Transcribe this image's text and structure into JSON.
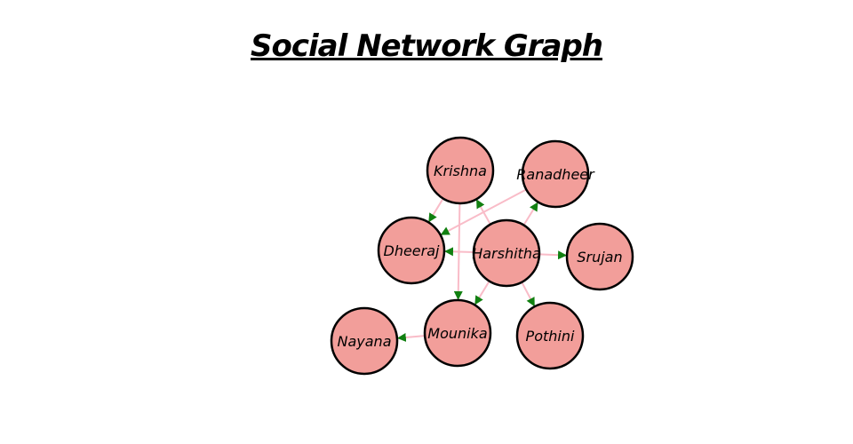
{
  "title": "Social Network Graph",
  "colors": {
    "node_fill": "#f29e9a",
    "edge": "#f9bcc8",
    "arrow": "#118011"
  },
  "nodes": [
    {
      "id": "krishna",
      "label": "Krishna"
    },
    {
      "id": "ranadheer",
      "label": "Ranadheer"
    },
    {
      "id": "dheeraj",
      "label": "Dheeraj"
    },
    {
      "id": "harshitha",
      "label": "Harshitha"
    },
    {
      "id": "srujan",
      "label": "Srujan"
    },
    {
      "id": "nayana",
      "label": "Nayana"
    },
    {
      "id": "mounika",
      "label": "Mounika"
    },
    {
      "id": "pothini",
      "label": "Pothini"
    }
  ],
  "edges": [
    {
      "from": "krishna",
      "to": "dheeraj"
    },
    {
      "from": "krishna",
      "to": "mounika"
    },
    {
      "from": "ranadheer",
      "to": "dheeraj"
    },
    {
      "from": "harshitha",
      "to": "krishna"
    },
    {
      "from": "harshitha",
      "to": "ranadheer"
    },
    {
      "from": "harshitha",
      "to": "dheeraj"
    },
    {
      "from": "harshitha",
      "to": "srujan"
    },
    {
      "from": "harshitha",
      "to": "mounika"
    },
    {
      "from": "harshitha",
      "to": "pothini"
    },
    {
      "from": "mounika",
      "to": "nayana"
    }
  ]
}
